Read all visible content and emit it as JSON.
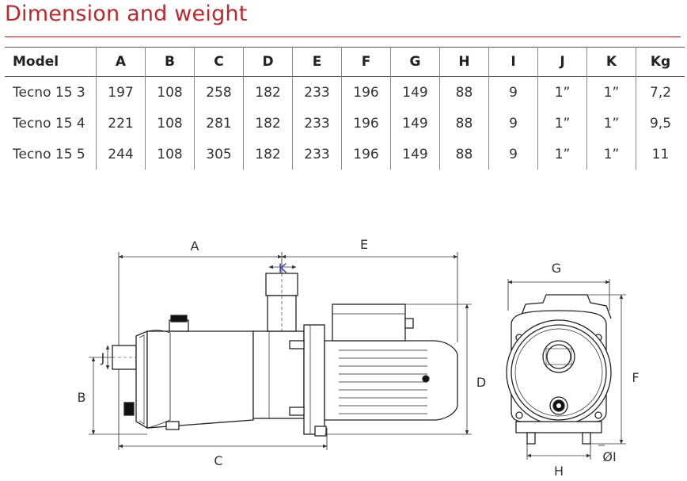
{
  "title": "Dimension and weight",
  "table": {
    "headers": [
      "Model",
      "A",
      "B",
      "C",
      "D",
      "E",
      "F",
      "G",
      "H",
      "I",
      "J",
      "K",
      "Kg"
    ],
    "rows": [
      [
        "Tecno 15 3",
        "197",
        "108",
        "258",
        "182",
        "233",
        "196",
        "149",
        "88",
        "9",
        "1”",
        "1”",
        "7,2"
      ],
      [
        "Tecno 15 4",
        "221",
        "108",
        "281",
        "182",
        "233",
        "196",
        "149",
        "88",
        "9",
        "1”",
        "1”",
        "9,5"
      ],
      [
        "Tecno 15 5",
        "244",
        "108",
        "305",
        "182",
        "233",
        "196",
        "149",
        "88",
        "9",
        "1”",
        "1”",
        "11"
      ]
    ]
  },
  "drawing": {
    "labels": {
      "A": "A",
      "E": "E",
      "K": "K",
      "J": "J",
      "B": "B",
      "C": "C",
      "D": "D",
      "G": "G",
      "F": "F",
      "H": "H",
      "I": "ØI"
    },
    "colors": {
      "title": "#c0272d",
      "rule": "#c0272d",
      "k_label": "#3a3a9a"
    }
  }
}
